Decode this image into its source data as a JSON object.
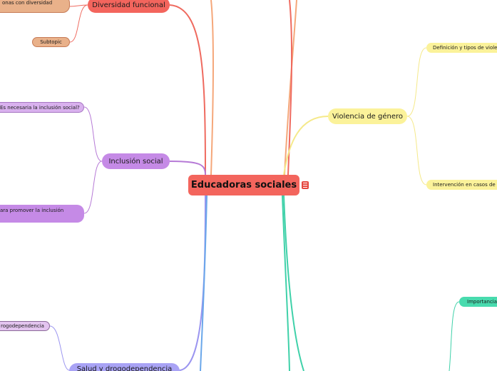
{
  "central": {
    "label": "Educadoras sociales"
  },
  "topics": {
    "diversidad": {
      "label": "Diversidad funcional",
      "subtopics": [
        "onas con diversidad",
        "Subtopic"
      ]
    },
    "inclusion": {
      "label": "Inclusión social",
      "subtopics": [
        "Es necesaria la inclusión social?",
        "ara promover la inclusión"
      ]
    },
    "salud": {
      "label": "Salud y drogodependencia",
      "subtopics": [
        "rogodependencia"
      ]
    },
    "violencia": {
      "label": "Violencia de género",
      "subtopics": [
        "Definición y tipos de violen",
        "Intervención en casos de v"
      ]
    },
    "teal": {
      "subtopics": [
        "Importancia"
      ]
    }
  },
  "colors": {
    "central": "#f3655d",
    "diversidad_branch": "#ef6a5f",
    "diversidad_node": "#f3655d",
    "diversidad_sub": "#e9b18a",
    "inclusion_branch": "#b67ad6",
    "inclusion_node": "#c58ae6",
    "inclusion_sub": "#c58ae6",
    "salud_branch": "#9b95f0",
    "salud_node": "#a9a3f5",
    "salud_sub": "#d6b2e3",
    "violencia_branch": "#f5e98a",
    "violencia_node": "#fbf29a",
    "teal_branch": "#3fd1a9",
    "teal_node": "#48dbae",
    "orange_branch": "#f5a77a",
    "blue_branch": "#6aa7ea"
  }
}
